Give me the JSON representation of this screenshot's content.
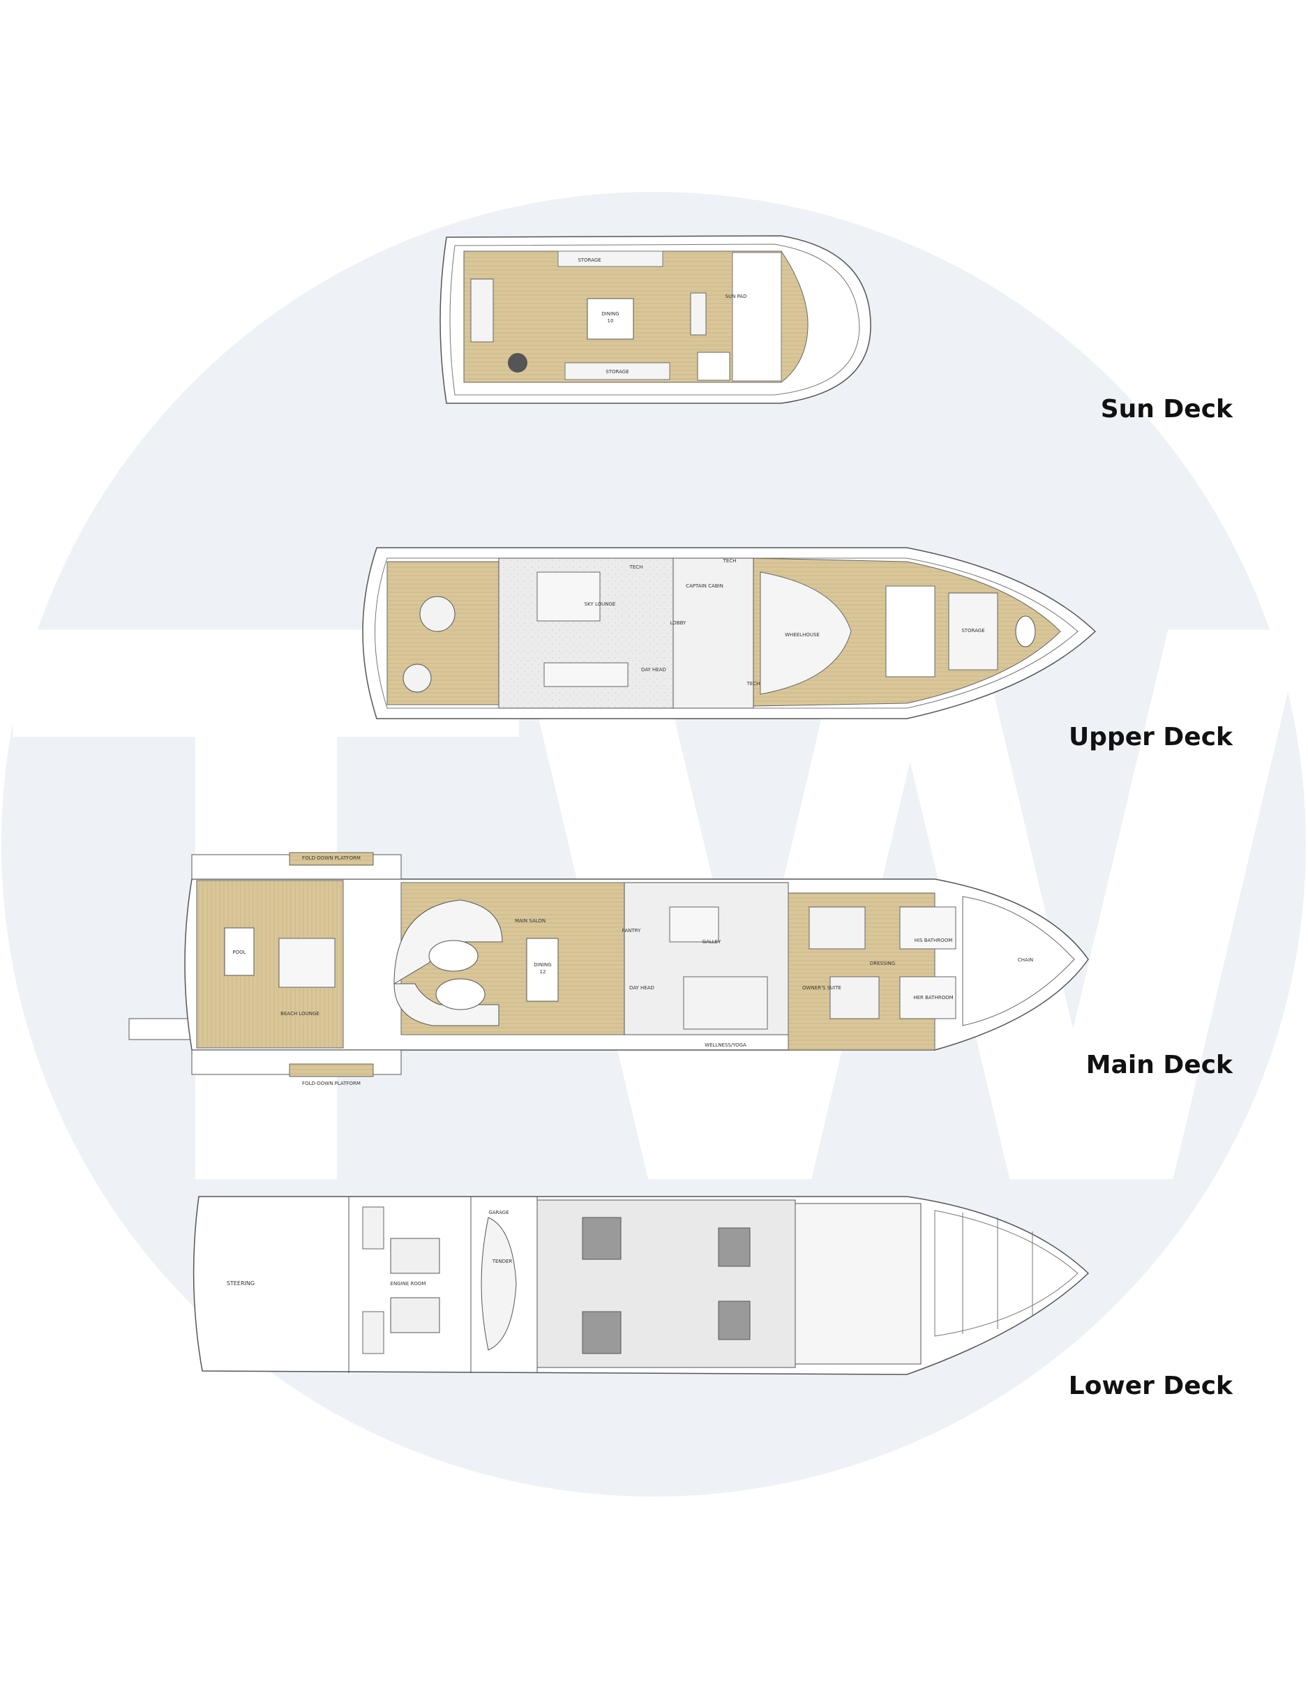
{
  "watermark": {
    "letters": "TW",
    "circle_color": "#eef1f6",
    "letter_color": "#ffffff"
  },
  "colors": {
    "teak": "#d9c79a",
    "teak_line": "#c9b37f",
    "interior": "#ececec",
    "hull_line": "#555555",
    "cabin_floor": "#9a9a9a"
  },
  "decks": [
    {
      "label": "Sun Deck",
      "rooms": {
        "storage_top": "STORAGE",
        "dining": "DINING",
        "dining_seats": "10",
        "sunpad": "SUN PAD",
        "storage_bottom": "STORAGE"
      }
    },
    {
      "label": "Upper Deck",
      "rooms": {
        "tech1": "TECH",
        "tech2": "TECH",
        "captain": "CAPTAIN CABIN",
        "sky_lounge": "SKY LOUNGE",
        "lobby": "LOBBY",
        "wheelhouse": "WHEELHOUSE",
        "storage": "STORAGE",
        "day_head": "DAY HEAD",
        "tech3": "TECH"
      }
    },
    {
      "label": "Main Deck",
      "rooms": {
        "fold_top": "FOLD-DOWN PLATFORM",
        "fold_bottom": "FOLD-DOWN PLATFORM",
        "pool": "POOL",
        "main_salon": "MAIN SALON",
        "dining": "DINING",
        "dining_seats": "12",
        "pantry": "PANTRY",
        "galley": "GALLEY",
        "day_head": "DAY HEAD",
        "owners_suite": "OWNER'S SUITE",
        "dressing": "DRESSING",
        "his_bath": "HIS BATHROOM",
        "her_bath": "HER BATHROOM",
        "wellness": "WELLNESS/YOGA",
        "chain": "CHAIN",
        "beach_lounge": "BEACH LOUNGE"
      }
    },
    {
      "label": "Lower Deck",
      "rooms": {
        "steering": "STEERING",
        "engine_room": "ENGINE ROOM",
        "garage": "GARAGE",
        "tender": "TENDER"
      }
    }
  ]
}
